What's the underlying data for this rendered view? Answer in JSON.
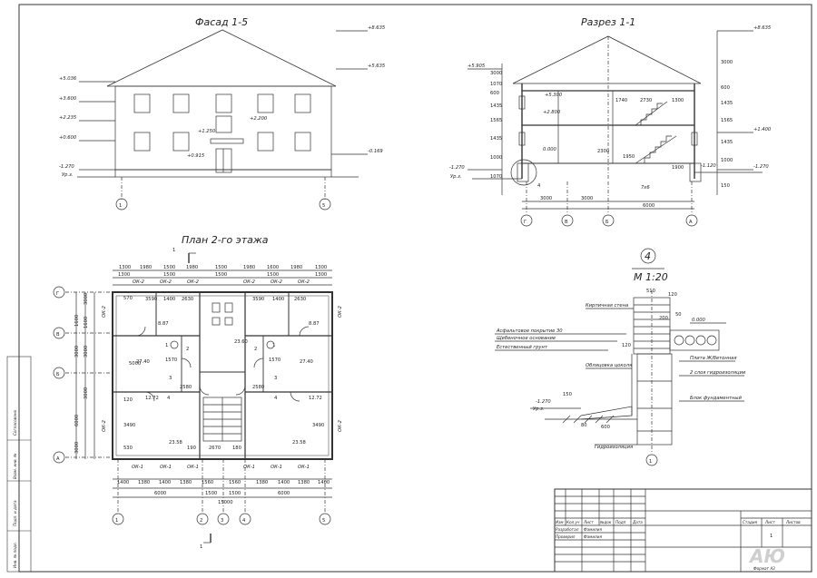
{
  "titles": {
    "facade": "Фасад 1-5",
    "section": "Разрез 1-1",
    "plan": "План 2-го этажа",
    "node_number": "4",
    "node_scale": "М 1:20",
    "cut_mark": "1",
    "leader_node_mark": "4"
  },
  "facade": {
    "levels": [
      {
        "value": "+8.635",
        "side": "right"
      },
      {
        "value": "+5.635",
        "side": "right"
      },
      {
        "value": "+5.036",
        "side": "left"
      },
      {
        "value": "+3.600",
        "side": "left"
      },
      {
        "value": "+2.235",
        "side": "left"
      },
      {
        "value": "+2.200",
        "side": "center"
      },
      {
        "value": "+1.250",
        "side": "center"
      },
      {
        "value": "+0.600",
        "side": "left"
      },
      {
        "value": "+0.915",
        "side": "center"
      },
      {
        "value": "-0.169",
        "side": "right"
      },
      {
        "value": "-1.270",
        "side": "left"
      }
    ],
    "ground_mark": "Ур.з.",
    "axes": [
      "1",
      "5"
    ]
  },
  "section": {
    "levels_left": [
      "+5.905",
      "-1.270"
    ],
    "levels_right": [
      "+8.635",
      "+1.400",
      "-1.270"
    ],
    "inner_levels": [
      "+5.300",
      "+2.800",
      "0.000"
    ],
    "left_dims": [
      "3000",
      "1070",
      "600",
      "1435",
      "1565",
      "1435",
      "1000",
      "1070"
    ],
    "right_dims": [
      "3000",
      "600",
      "1435",
      "1565",
      "1435",
      "1000",
      "150"
    ],
    "inner_dims": [
      "1740",
      "2730",
      "1300",
      "2300",
      "1900",
      "1950",
      "-1.120"
    ],
    "ground_mark": "Ур.з.",
    "bottom_dims": [
      "3000",
      "3000",
      "6000"
    ],
    "axes": [
      "Г",
      "В",
      "Б",
      "А"
    ],
    "stair_label": "7х6"
  },
  "plan": {
    "top_dims": [
      "1300",
      "1980",
      "1500",
      "1980",
      "1500",
      "1980",
      "1600",
      "1980",
      "1300"
    ],
    "top_dims_2": [
      "1300",
      "1500",
      "1500",
      "1500",
      "1300"
    ],
    "window_marks": [
      "ОК-2",
      "ОК-2",
      "ОК-2",
      "ОК-2",
      "ОК-2",
      "ОК-2"
    ],
    "bottom_dims": [
      "1400",
      "1380",
      "1400",
      "1380",
      "1560",
      "1560",
      "1380",
      "1400",
      "1380",
      "1400"
    ],
    "bottom_totals": [
      "6000",
      "1500",
      "1500",
      "6000"
    ],
    "bottom_overall": "15000",
    "bottom_window_marks": [
      "ОК-1",
      "ОК-1",
      "ОК-1",
      "ОК-1",
      "ОК-1",
      "ОК-1"
    ],
    "left_dims": [
      "3000",
      "1600",
      "3000",
      "3000",
      "6000",
      "1600",
      "3000",
      "3000"
    ],
    "side_window_marks": [
      "ОК-2",
      "ОК-2",
      "ОК-2",
      "ОК-2"
    ],
    "room_areas": [
      "8.87",
      "8.87",
      "12.72",
      "12.72",
      "27.40",
      "27.40",
      "23.58",
      "23.58",
      "23.60"
    ],
    "inner_dims": [
      "3590",
      "1400",
      "2630",
      "3590",
      "1400",
      "2630",
      "1570",
      "1570",
      "2580",
      "2580",
      "3490",
      "3490",
      "2670",
      "190",
      "180",
      "120",
      "5000",
      "570",
      "530"
    ],
    "doors": [
      "1",
      "2",
      "3",
      "4",
      "1",
      "2",
      "3",
      "4"
    ],
    "axes_left": [
      "Г",
      "В",
      "Б",
      "А"
    ],
    "axes_bottom": [
      "1",
      "2",
      "3",
      "4",
      "5"
    ]
  },
  "node": {
    "labels": [
      "Кирпичная стена",
      "Асфальтовое покрытие 30",
      "Щебеночное основание",
      "Естественный грунт",
      "Облицовка цоколя",
      "Плита Ж/бетонная",
      "2 слоя гидроизоляции",
      "Блок фундаментный",
      "Гидроизоляция"
    ],
    "dims": [
      "510",
      "200",
      "120",
      "150",
      "600",
      "80",
      "120",
      "50"
    ],
    "levels": [
      "0.000",
      "-1.270"
    ],
    "ground_mark": "Ур.з.",
    "axis": "1"
  },
  "stamp": {
    "headers": [
      "Изм",
      "Кол.уч",
      "Лист",
      "№док",
      "Подп",
      "Дата"
    ],
    "roles": [
      "Разработал",
      "Проверил"
    ],
    "names": [
      "Фамилия",
      "Фамилия"
    ],
    "stage_headers": [
      "Стадия",
      "Лист",
      "Листов"
    ],
    "sheet_number": "1",
    "format": "Формат А3"
  },
  "side_stamp": [
    "Согласовано",
    "Взам. инв. №",
    "Подп. и дата",
    "Инв. № подл."
  ],
  "watermark": "АЮ"
}
